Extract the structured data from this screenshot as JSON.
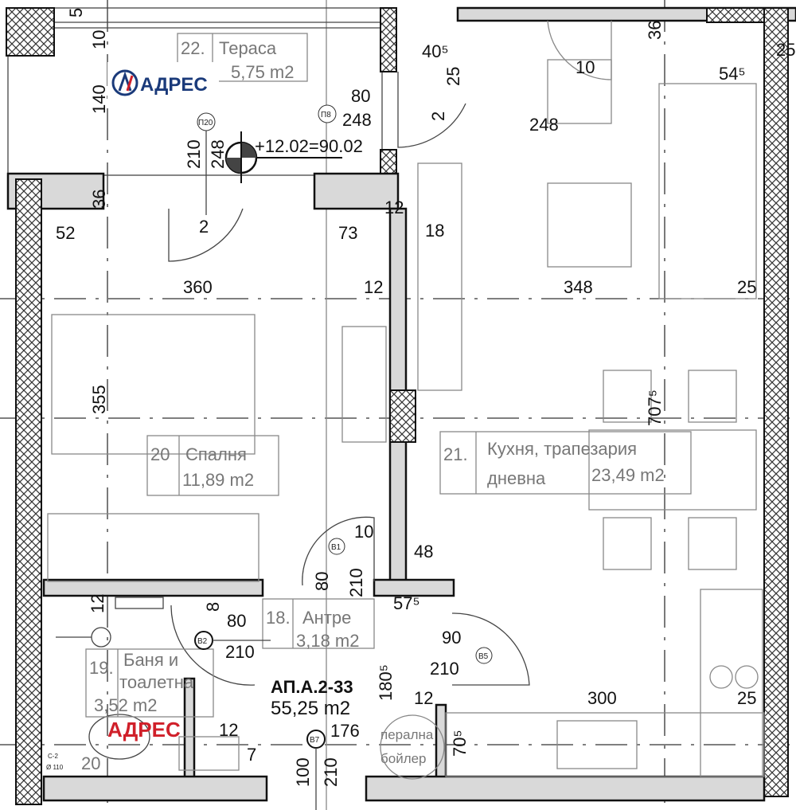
{
  "plan": {
    "apartment_id": "АП.А.2-33",
    "apartment_area": "55,25 m2",
    "level_mark": "+12.02=90.02",
    "watermark_top": "АДРЕС",
    "watermark_bottom": "АДРЕС",
    "brand_color": "#1a3a7a",
    "brand_accent": "#d0202a"
  },
  "rooms": [
    {
      "num": "22.",
      "name": "Тераса",
      "area": "5,75 m2"
    },
    {
      "num": "20",
      "name": "Спалня",
      "area": "11,89 m2"
    },
    {
      "num": "21.",
      "name": "Кухня, трапезария",
      "name2": "дневна",
      "area": "23,49 m2"
    },
    {
      "num": "18.",
      "name": "Антре",
      "area": "3,18 m2"
    },
    {
      "num": "19.",
      "name": "Баня и",
      "name2": "тоалетна",
      "area": "3,52 m2"
    }
  ],
  "fixtures": {
    "boiler_1": "перална",
    "boiler_2": "бойлер"
  },
  "tags": [
    "П20",
    "П8",
    "В1",
    "В2",
    "В5",
    "В7",
    "C-2",
    "Ø 110"
  ],
  "dims": {
    "d5": "5",
    "d10a": "10",
    "d140": "140",
    "d36a": "36",
    "d210a": "210",
    "d248a": "248",
    "d2a": "2",
    "d80a": "80",
    "d248b": "248",
    "d2b": "2",
    "d405": "40⁵",
    "d25a": "25",
    "d10b": "10",
    "d36b": "36",
    "d248c": "248",
    "d545": "54⁵",
    "d25b": "25",
    "d52": "52",
    "d73": "73",
    "d12a": "12",
    "d18": "18",
    "d360": "360",
    "d12b": "12",
    "d348": "348",
    "d25c": "25",
    "d355": "355",
    "d7075": "707⁵",
    "d10c": "10",
    "d80b": "80",
    "d210b": "210",
    "d48": "48",
    "d12c": "12",
    "d8": "8",
    "d80c": "80",
    "d210c": "210",
    "d575": "57⁵",
    "d90": "90",
    "d210d": "210",
    "d1805": "180⁵",
    "d12d": "12",
    "d300": "300",
    "d25d": "25",
    "d12e": "12",
    "d176": "176",
    "d7": "7",
    "d705": "70⁵",
    "d100": "100",
    "d210e": "210",
    "d20": "20"
  }
}
